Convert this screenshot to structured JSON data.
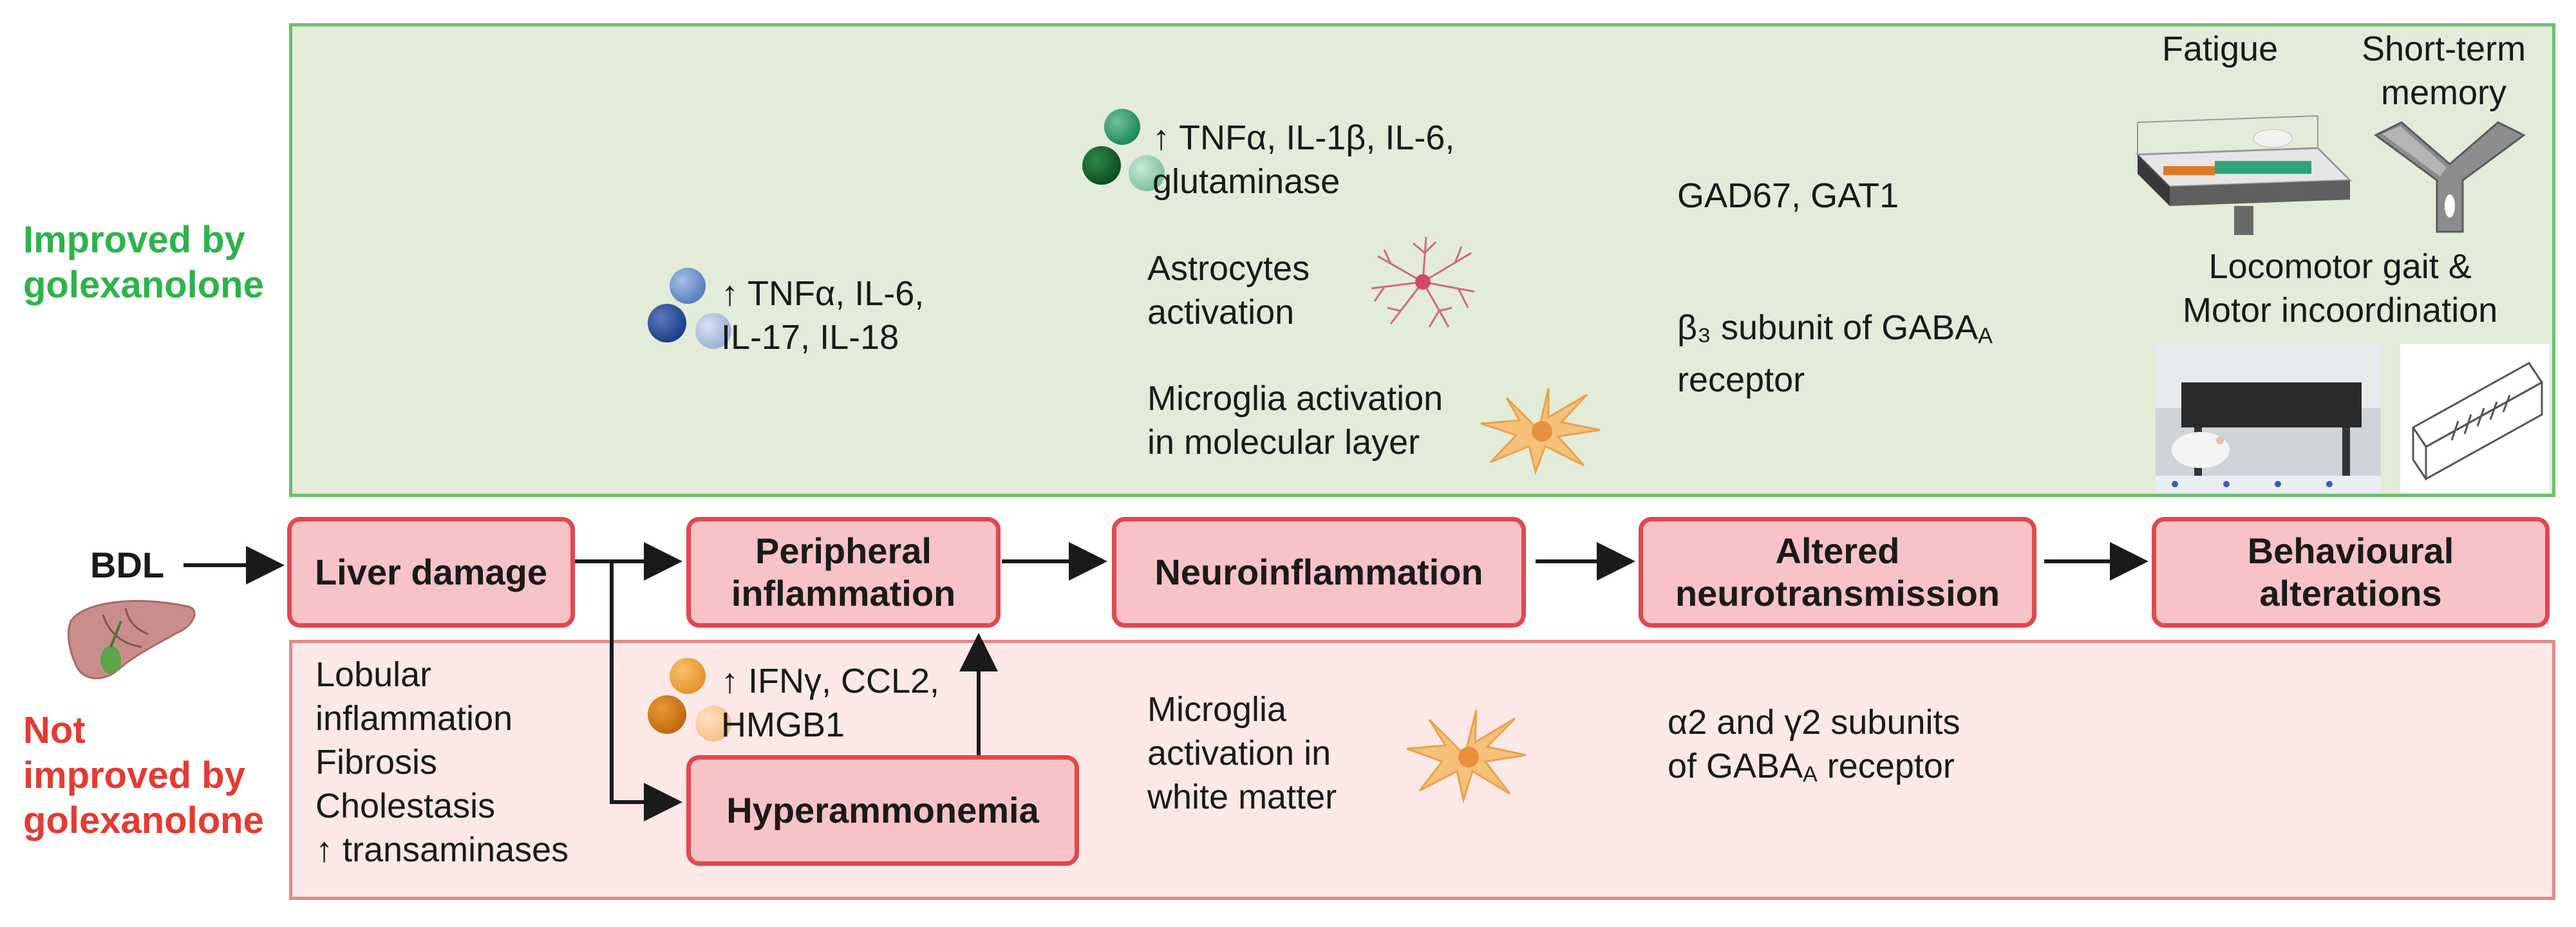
{
  "side_labels": {
    "improved": "Improved by\ngolexanolone",
    "not_improved": "Not\nimproved by\ngolexanolone"
  },
  "bdl": "BDL",
  "flow": {
    "liver_damage": "Liver damage",
    "peripheral_inflammation": "Peripheral\ninflammation",
    "neuroinflammation": "Neuroinflammation",
    "altered_neurotransmission": "Altered\nneurotransmission",
    "behavioural_alterations": "Behavioural\nalterations",
    "hyperammonemia": "Hyperammonemia"
  },
  "improved": {
    "peripheral_markers": "↑ TNFα, IL-6,\n    IL-17, IL-18",
    "neuro_markers": "↑ TNFα, IL-1β, IL-6,\n    glutaminase",
    "astrocytes": "Astrocytes\nactivation",
    "microglia": "Microglia activation\nin molecular layer",
    "gad": "GAD67, GAT1",
    "beta_line1": "β₃ subunit of GABA",
    "beta_sub": "A",
    "beta_line2": "receptor",
    "fatigue": "Fatigue",
    "memory": "Short-term\nmemory",
    "locomotor": "Locomotor gait &\nMotor incoordination"
  },
  "not_improved": {
    "liver_findings": "Lobular\ninflammation\nFibrosis\nCholestasis\n↑ transaminases",
    "hyper_markers": "↑ IFNγ, CCL2,\n    HMGB1",
    "microglia": "Microglia\nactivation in\nwhite matter",
    "alpha_line1": "α2 and γ2 subunits",
    "alpha_line2_pre": "of GABA",
    "alpha_sub": "A",
    "alpha_line2_post": " receptor"
  },
  "colors": {
    "green_panel": "#e2ecd9",
    "green_border": "#6cc06c",
    "red_panel": "#fde8e8",
    "red_border": "#e28a8a",
    "box_fill": "#f8c3c6",
    "box_border": "#e2474e",
    "improved_label": "#2db34a",
    "not_improved_label": "#e33b33"
  }
}
